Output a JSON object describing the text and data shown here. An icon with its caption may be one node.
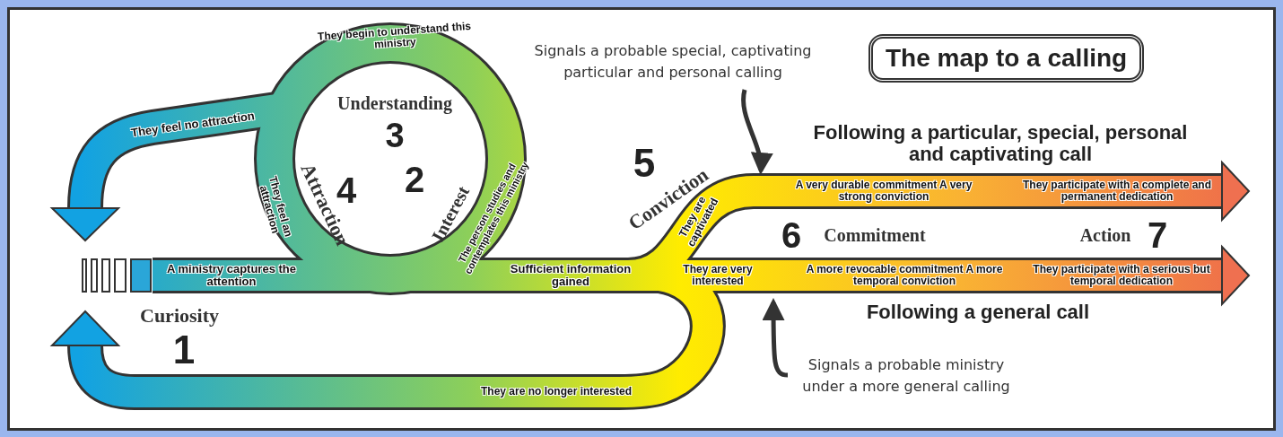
{
  "diagram": {
    "title": "The map to a calling",
    "nodes": [
      {
        "text": [
          "Signals a probable special, captivating particular and personal calling"
        ]
      },
      {
        "text": [
          "Signals a probable ministry under a more general calling"
        ]
      }
    ],
    "edges": [
      {
        "from": 0,
        "to": null,
        "arrow": "to"
      },
      {
        "from": 1,
        "to": null,
        "arrow": "to"
      }
    ],
    "labels": [
      "They begin to understand this ministry",
      "They feel no attraction",
      "Understanding",
      "3",
      "They feel an attraction",
      "Attraction",
      "4",
      "2",
      "Interest",
      "The person studies and contemplates this ministry",
      "A ministry captures the attention",
      "Curiosity",
      "1",
      "Sufficient information gained",
      "5",
      "Conviction",
      "They are captivated",
      "Following a particular, special, personal and captivating call",
      "A very durable commitment A very strong conviction",
      "They participate with a complete and permanent dedication",
      "6",
      "Commitment",
      "Action",
      "7",
      "They are very interested",
      "A more revocable commitment A more temporal conviction",
      "They participate with a serious but temporal dedication",
      "Following a general call",
      "They are no longer interested"
    ]
  }
}
